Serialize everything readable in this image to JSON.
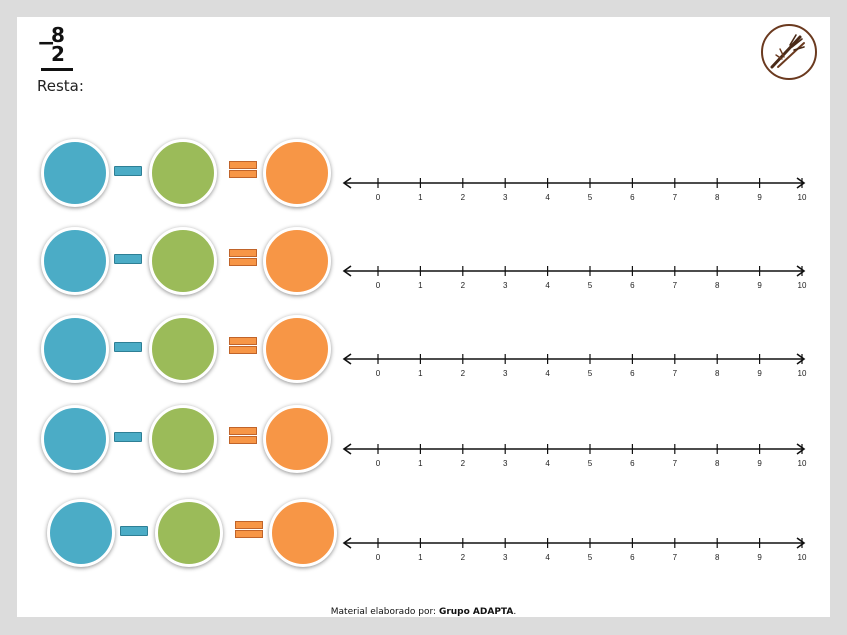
{
  "header": {
    "minuend": "8",
    "operator": "−",
    "subtrahend": "2",
    "title": "Resta:"
  },
  "rows": [
    {
      "ticks": [
        "0",
        "1",
        "2",
        "3",
        "4",
        "5",
        "6",
        "7",
        "8",
        "9",
        "10"
      ]
    },
    {
      "ticks": [
        "0",
        "1",
        "2",
        "3",
        "4",
        "5",
        "6",
        "7",
        "8",
        "9",
        "10"
      ]
    },
    {
      "ticks": [
        "0",
        "1",
        "2",
        "3",
        "4",
        "5",
        "6",
        "7",
        "8",
        "9",
        "10"
      ]
    },
    {
      "ticks": [
        "0",
        "1",
        "2",
        "3",
        "4",
        "5",
        "6",
        "7",
        "8",
        "9",
        "10"
      ]
    },
    {
      "ticks": [
        "0",
        "1",
        "2",
        "3",
        "4",
        "5",
        "6",
        "7",
        "8",
        "9",
        "10"
      ]
    }
  ],
  "colors": {
    "minuend_circle": "#4bacc6",
    "subtrahend_circle": "#9bbb59",
    "result_circle": "#f79646",
    "minus_sign": "#4bacc6",
    "equals_sign": "#f79646",
    "logo": "#6b3a1f"
  },
  "icons": {
    "logo": "logo-icon"
  },
  "footer": {
    "prefix": "Material elaborado por: ",
    "author": "Grupo ADAPTA",
    "suffix": "."
  }
}
